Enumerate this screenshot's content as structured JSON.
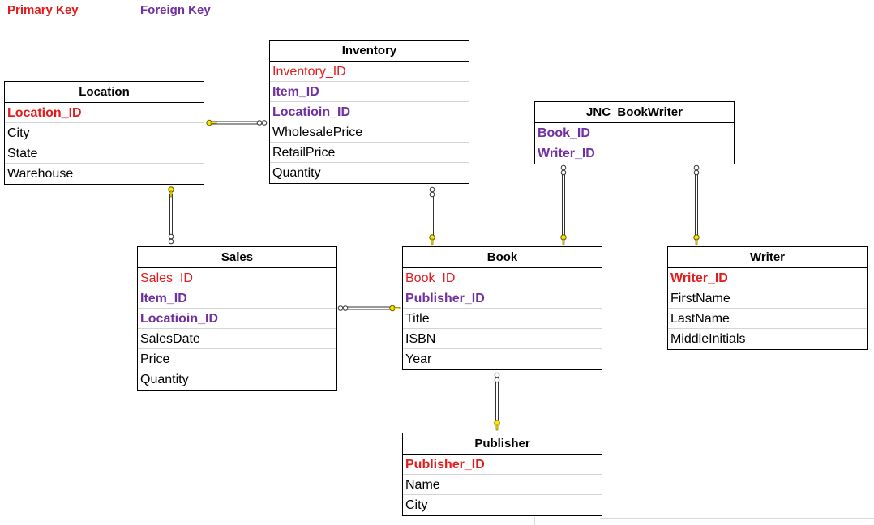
{
  "legend": {
    "primary_key": {
      "label": "Primary Key",
      "color": "#e21c1c"
    },
    "foreign_key": {
      "label": "Foreign Key",
      "color": "#7030a0"
    }
  },
  "tables": {
    "location": {
      "name": "Location",
      "fields": [
        "Location_ID",
        "City",
        "State",
        "Warehouse"
      ]
    },
    "inventory": {
      "name": "Inventory",
      "fields": [
        "Inventory_ID",
        "Item_ID",
        "Locatioin_ID",
        "WholesalePrice",
        "RetailPrice",
        "Quantity"
      ]
    },
    "jnc_bookwriter": {
      "name": "JNC_BookWriter",
      "fields": [
        "Book_ID",
        "Writer_ID"
      ]
    },
    "sales": {
      "name": "Sales",
      "fields": [
        "Sales_ID",
        "Item_ID",
        "Locatioin_ID",
        "SalesDate",
        "Price",
        "Quantity"
      ]
    },
    "book": {
      "name": "Book",
      "fields": [
        "Book_ID",
        "Publisher_ID",
        "Title",
        "ISBN",
        "Year"
      ]
    },
    "writer": {
      "name": "Writer",
      "fields": [
        "Writer_ID",
        "FirstName",
        "LastName",
        "MiddleInitials"
      ]
    },
    "publisher": {
      "name": "Publisher",
      "fields": [
        "Publisher_ID",
        "Name",
        "City"
      ]
    }
  },
  "relationships": [
    {
      "from": "Location",
      "to": "Inventory",
      "one_end": "Location",
      "many_end": "Inventory"
    },
    {
      "from": "Location",
      "to": "Sales",
      "one_end": "Location",
      "many_end": "Sales"
    },
    {
      "from": "Inventory",
      "to": "Book",
      "one_end": "Book",
      "many_end": "Inventory"
    },
    {
      "from": "JNC_BookWriter",
      "to": "Book",
      "one_end": "Book",
      "many_end": "JNC_BookWriter"
    },
    {
      "from": "JNC_BookWriter",
      "to": "Writer",
      "one_end": "Writer",
      "many_end": "JNC_BookWriter"
    },
    {
      "from": "Sales",
      "to": "Book",
      "one_end": "Book",
      "many_end": "Sales"
    },
    {
      "from": "Book",
      "to": "Publisher",
      "one_end": "Publisher",
      "many_end": "Book"
    }
  ]
}
